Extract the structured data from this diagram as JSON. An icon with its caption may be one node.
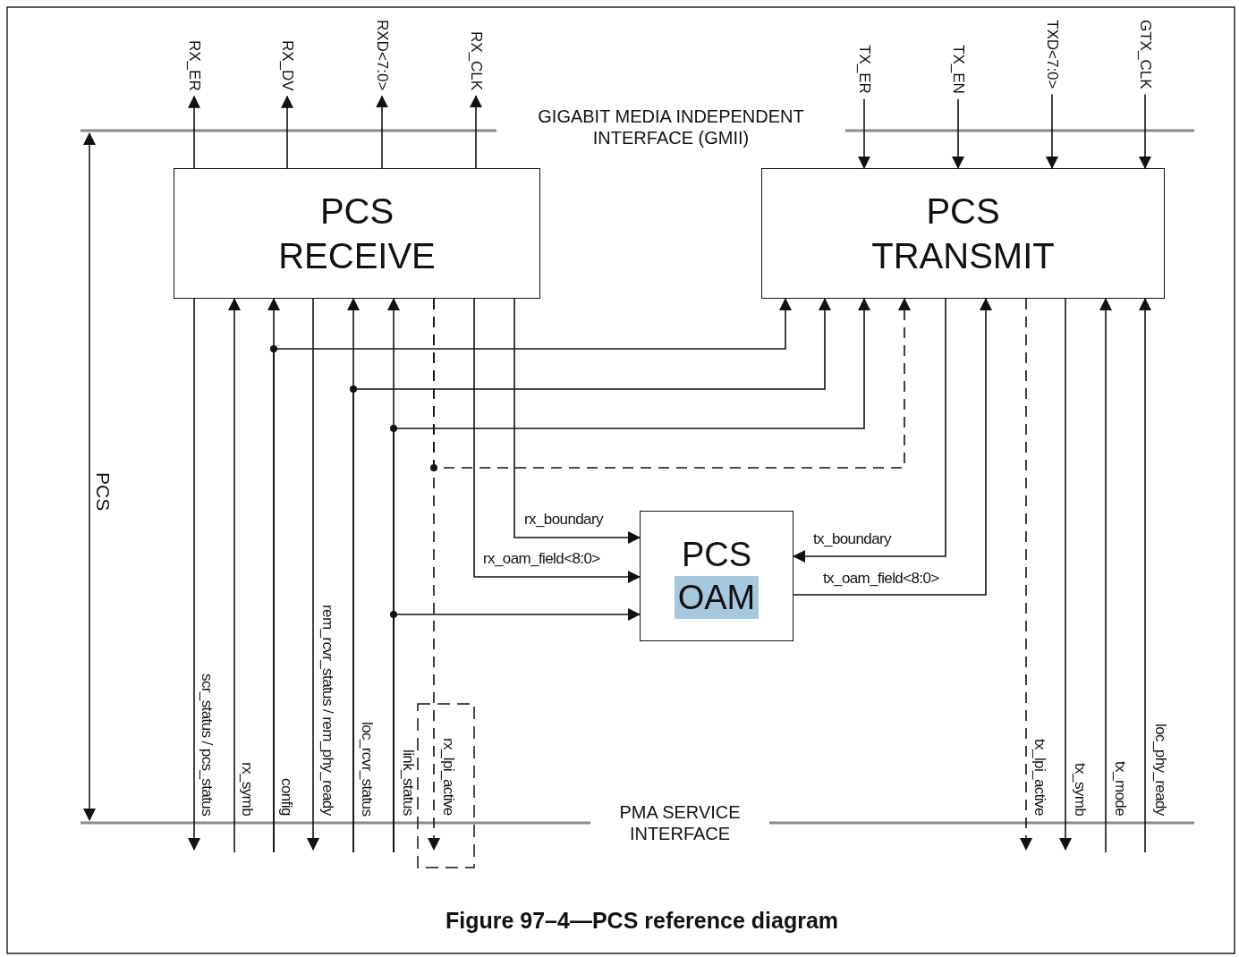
{
  "diagram": {
    "caption": "Figure 97–4—PCS reference diagram",
    "nodes": [
      {
        "text": [
          "PCS",
          "RECEIVE"
        ]
      },
      {
        "text": [
          "PCS",
          "TRANSMIT"
        ]
      },
      {
        "text": [
          "PCS",
          "OAM"
        ]
      },
      {
        "text": [
          "RX_ER"
        ]
      },
      {
        "text": [
          "RX_DV"
        ]
      },
      {
        "text": [
          "RXD<7:0>"
        ]
      },
      {
        "text": [
          "RX_CLK"
        ]
      },
      {
        "text": [
          "TX_ER"
        ]
      },
      {
        "text": [
          "TX_EN"
        ]
      },
      {
        "text": [
          "TXD<7:0>"
        ]
      },
      {
        "text": [
          "GTX_CLK"
        ]
      }
    ],
    "edges": [
      {
        "from": 0,
        "to": 3,
        "arrow": "to"
      },
      {
        "from": 0,
        "to": 4,
        "arrow": "to"
      },
      {
        "from": 0,
        "to": 5,
        "arrow": "to"
      },
      {
        "from": 0,
        "to": 6,
        "arrow": "to"
      },
      {
        "from": 7,
        "to": 1,
        "arrow": "to"
      },
      {
        "from": 8,
        "to": 1,
        "arrow": "to"
      },
      {
        "from": 9,
        "to": 1,
        "arrow": "to"
      },
      {
        "from": 10,
        "to": 1,
        "arrow": "to"
      },
      {
        "from": 0,
        "to": null,
        "arrow": "to",
        "label": "scr_status / pcs_status"
      },
      {
        "from": null,
        "to": 0,
        "arrow": "to",
        "label": "rx_symb"
      },
      {
        "from": null,
        "to": 0,
        "arrow": "to",
        "label": "config"
      },
      {
        "from": null,
        "to": 1,
        "arrow": "to"
      },
      {
        "from": 0,
        "to": null,
        "arrow": "to",
        "label": "rem_rcvr_status / rem_phy_ready"
      },
      {
        "from": null,
        "to": 0,
        "arrow": "to",
        "label": "loc_rcvr_status"
      },
      {
        "from": null,
        "to": 1,
        "arrow": "to"
      },
      {
        "from": null,
        "to": 0,
        "arrow": "to",
        "label": "link_status"
      },
      {
        "from": null,
        "to": 1,
        "arrow": "to"
      },
      {
        "from": null,
        "to": 2,
        "arrow": "to"
      },
      {
        "from": 0,
        "to": null,
        "arrow": "to",
        "label": "rx_lpi_active",
        "style": "dashed"
      },
      {
        "from": 0,
        "to": 1,
        "arrow": "to",
        "style": "dashed"
      },
      {
        "from": 0,
        "to": 2,
        "arrow": "to",
        "label": "rx_oam_field<8:0>"
      },
      {
        "from": 0,
        "to": 2,
        "arrow": "to",
        "label": "rx_boundary"
      },
      {
        "from": 1,
        "to": 2,
        "arrow": "to",
        "label": "tx_boundary"
      },
      {
        "from": 2,
        "to": 1,
        "arrow": "to",
        "label": "tx_oam_field<8:0>"
      },
      {
        "from": 1,
        "to": null,
        "arrow": "to",
        "label": "tx_lpi_active",
        "style": "dashed"
      },
      {
        "from": 1,
        "to": null,
        "arrow": "to",
        "label": "tx_symb"
      },
      {
        "from": null,
        "to": 1,
        "arrow": "to",
        "label": "tx_mode"
      },
      {
        "from": null,
        "to": 1,
        "arrow": "to",
        "label": "loc_phy_ready"
      }
    ],
    "labels": [
      "GIGABIT MEDIA INDEPENDENT INTERFACE (GMII)",
      "PMA SERVICE INTERFACE",
      "PCS"
    ]
  }
}
